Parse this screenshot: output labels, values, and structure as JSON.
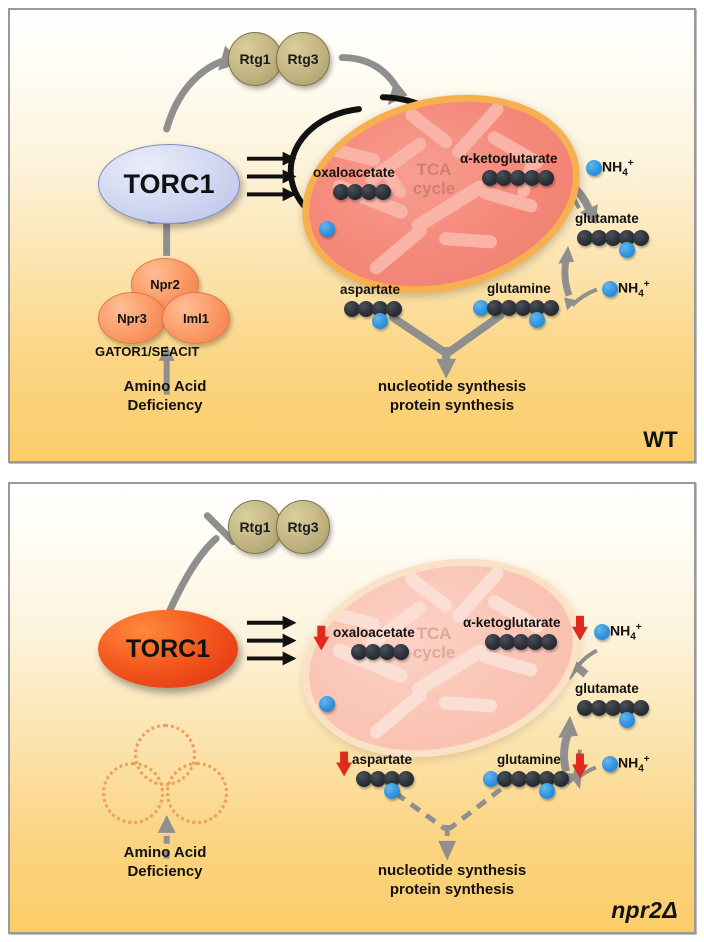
{
  "figure": {
    "type": "pathway-diagram",
    "panels": [
      {
        "id": "wt",
        "corner_label": "WT",
        "torc1": {
          "label": "TORC1",
          "state": "active",
          "color": "#c3cbee"
        },
        "rtg": {
          "first": "Rtg1",
          "second": "Rtg3",
          "color": "#c3b684"
        },
        "gator": {
          "caption": "GATOR1/SEACIT",
          "subunits": [
            "Npr2",
            "Npr3",
            "Iml1"
          ],
          "color": "#fb9a66",
          "present": "true"
        },
        "amino_acid": {
          "line1": "Amino Acid",
          "line2": "Deficiency"
        },
        "mitochondrion": {
          "cycle_line1": "TCA",
          "cycle_line2": "cycle",
          "fill": "#f48778",
          "outline": "#f6b04f"
        },
        "metabolites": [
          {
            "name": "oxaloacetate",
            "carbons": 4,
            "nitrogens": 0,
            "decreased": "false"
          },
          {
            "name": "α-ketoglutarate",
            "carbons": 5,
            "nitrogens": 0,
            "decreased": "false"
          },
          {
            "name": "aspartate",
            "carbons": 4,
            "nitrogens": 1,
            "decreased": "false"
          },
          {
            "name": "glutamate",
            "carbons": 5,
            "nitrogens": 1,
            "decreased": "false"
          },
          {
            "name": "glutamine",
            "carbons": 5,
            "nitrogens": 2,
            "decreased": "false"
          }
        ],
        "ammonium": {
          "label_html": "NH4+",
          "label": "NH₄⁺",
          "count": 2
        },
        "output": {
          "line1": "nucleotide synthesis",
          "line2": "protein synthesis",
          "flux": "solid"
        }
      },
      {
        "id": "npr2d",
        "corner_label": "npr2Δ",
        "torc1": {
          "label": "TORC1",
          "state": "hyperactive",
          "color": "#ef4a18"
        },
        "rtg": {
          "first": "Rtg1",
          "second": "Rtg3",
          "color": "#c3b684"
        },
        "gator": {
          "caption": "",
          "subunits": [],
          "color": "#ef9d5e",
          "present": "false"
        },
        "amino_acid": {
          "line1": "Amino Acid",
          "line2": "Deficiency"
        },
        "mitochondrion": {
          "cycle_line1": "TCA",
          "cycle_line2": "cycle",
          "fill": "#fac4b4",
          "outline": "#fbe2c6"
        },
        "metabolites": [
          {
            "name": "oxaloacetate",
            "carbons": 4,
            "nitrogens": 0,
            "decreased": "true"
          },
          {
            "name": "α-ketoglutarate",
            "carbons": 5,
            "nitrogens": 0,
            "decreased": "true"
          },
          {
            "name": "aspartate",
            "carbons": 4,
            "nitrogens": 1,
            "decreased": "true"
          },
          {
            "name": "glutamate",
            "carbons": 5,
            "nitrogens": 1,
            "decreased": "false"
          },
          {
            "name": "glutamine",
            "carbons": 5,
            "nitrogens": 2,
            "decreased": "true"
          }
        ],
        "ammonium": {
          "label_html": "NH4+",
          "label": "NH₄⁺",
          "count": 2
        },
        "output": {
          "line1": "nucleotide synthesis",
          "line2": "protein synthesis",
          "flux": "dashed"
        }
      }
    ],
    "colors": {
      "carbon_dot": "#2b3038",
      "nitrogen_dot": "#2f93de",
      "decrease_arrow": "#e02a1c",
      "gray_arrow": "#8c8c8c",
      "panel_border": "#9a9a9a"
    }
  }
}
